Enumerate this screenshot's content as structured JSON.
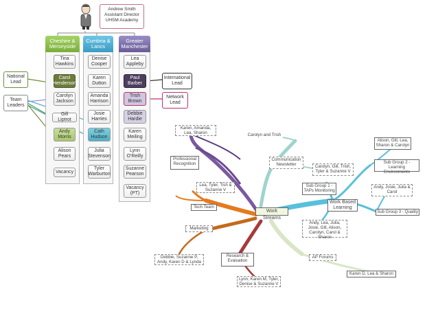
{
  "person": {
    "name": "Andrew Smith",
    "role": "Assistant Director",
    "org": "UHSM Academy"
  },
  "columns": [
    {
      "header": "Cheshire & Merseyside",
      "color": "#8cbf4d",
      "members": [
        "Tina Hawkins",
        "Carol Henderson",
        "Carolyn Jackson",
        "Gill Liptrot",
        "Andy Morris",
        "Alison Pears",
        "Vacancy"
      ]
    },
    {
      "header": "Cumbria & Lancs",
      "color": "#4faed0",
      "members": [
        "Denise Cooper",
        "Karen Dutton",
        "Amanda Harrison",
        "Josie Harries",
        "Cath Hudson",
        "Julia Stevenson",
        "Tyler Warburton"
      ]
    },
    {
      "header": "Greater Manchester",
      "color": "#7e6fa8",
      "members": [
        "Lea Appleby",
        "Paul Barber",
        "Trish Brown",
        "Debbie Hardie",
        "Karen Meiling",
        "Lynn O'Reilly",
        "Suzanne Pearson",
        "Vacancy (PT)"
      ]
    }
  ],
  "side_labels": {
    "national": "National Lead",
    "team": "Team Leaders",
    "international": "International Lead",
    "network": "Network Lead"
  },
  "mindmap": {
    "center": "Work Streams",
    "branches": {
      "recognition": "Professional Recognition",
      "recognition_people": "Karen, Amanda, Lea, Sharon",
      "communication": "Communication Newsletter",
      "carolyn_trish": "Carolyn and Trish",
      "comm_people": "Carolyn, Gill, Trish, Tyler & Suzanne V",
      "subgroup1": "Sub Group 1 - TAPs Monitoring",
      "work_based": "Work Based Learning",
      "wbl_people": "Andy, Lea, Julia, Josie, Gill, Alison, Carolyn, Carol & Sharon",
      "sg_people_1": "Alison, Gill, Lea, Sharon & Carolyn",
      "subgroup2": "Sub Group 2 - Learning Environments",
      "sg_people_3": "Andy, Josie, Julia & Carol",
      "subgroup3": "Sub Group 3 - Quality",
      "tech_people": "Lea, Tyler, Tish & Suzanne V",
      "tech": "Tech Team",
      "marketing": "Marketing",
      "marketing_people": "Debbie, Suzanne P, Andy, Karen D & Lynda",
      "research": "Research & Evaluation",
      "research_people": "Lynn, Karen M, Tyler, Denise & Suzanne V",
      "ap_forums": "AP Forums",
      "ap_people": "Karen D, Lea & Sharon"
    }
  }
}
